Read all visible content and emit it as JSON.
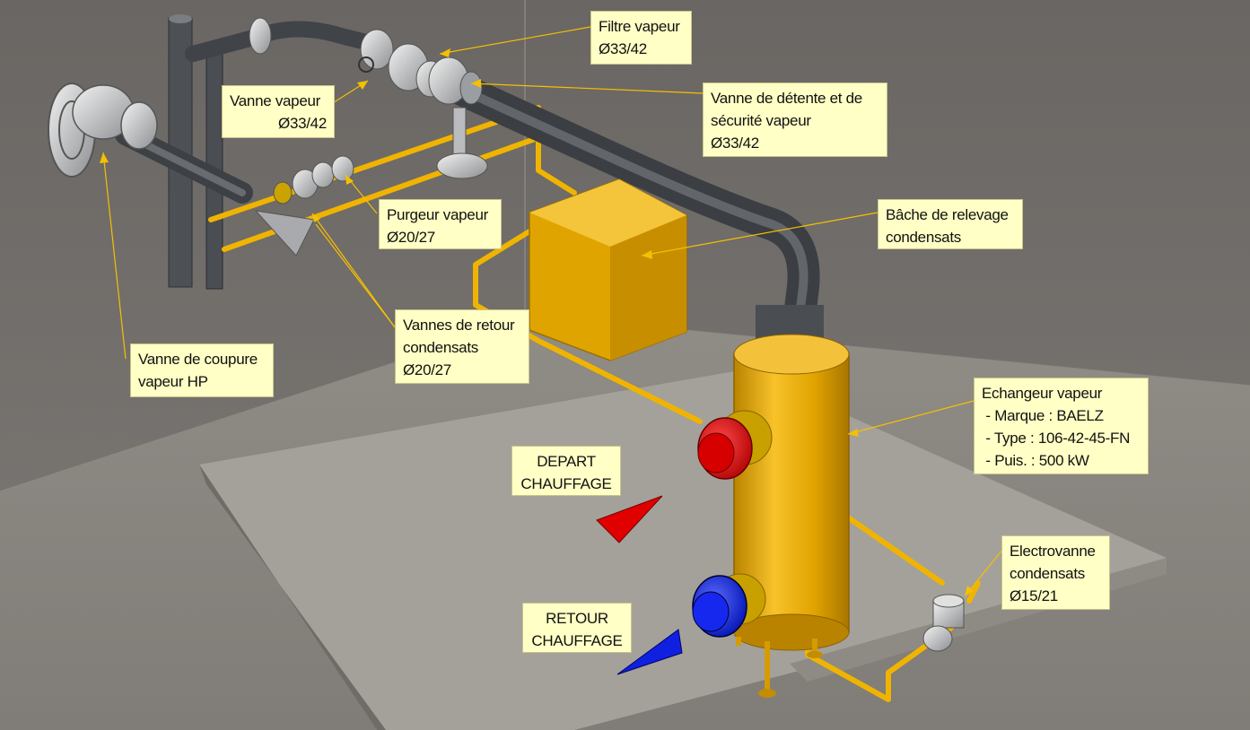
{
  "labels": {
    "filtre_vapeur": [
      "Filtre vapeur",
      "Ø33/42"
    ],
    "vanne_vapeur": [
      "Vanne vapeur",
      "Ø33/42"
    ],
    "vanne_detente": [
      "Vanne de détente et de",
      "sécurité vapeur",
      "Ø33/42"
    ],
    "purgeur_vapeur": [
      "Purgeur vapeur",
      "Ø20/27"
    ],
    "bache_relevage": [
      "Bâche de relevage",
      "condensats"
    ],
    "vannes_retour": [
      "Vannes de retour",
      "condensats",
      "Ø20/27"
    ],
    "vanne_coupure": [
      "Vanne de coupure",
      "vapeur HP"
    ],
    "echangeur": [
      "Echangeur vapeur",
      " - Marque : BAELZ",
      " - Type : 106-42-45-FN",
      " - Puis. : 500 kW"
    ],
    "depart": [
      "DEPART",
      "CHAUFFAGE"
    ],
    "retour": [
      "RETOUR",
      "CHAUFFAGE"
    ],
    "electrovanne": [
      "Electrovanne",
      "condensats",
      "Ø15/21"
    ]
  },
  "colors": {
    "wall": "#6f6b68",
    "floor": "#8a8781",
    "slab": "#a5a29c",
    "pipe_steam": "#55585c",
    "pipe_condensate": "#f0b400",
    "tank": "#e0a400",
    "exchanger": "#e8aa00",
    "hot": "#e00000",
    "cold": "#1020e0",
    "label_bg": "#ffffc6",
    "leader": "#f5c000"
  }
}
